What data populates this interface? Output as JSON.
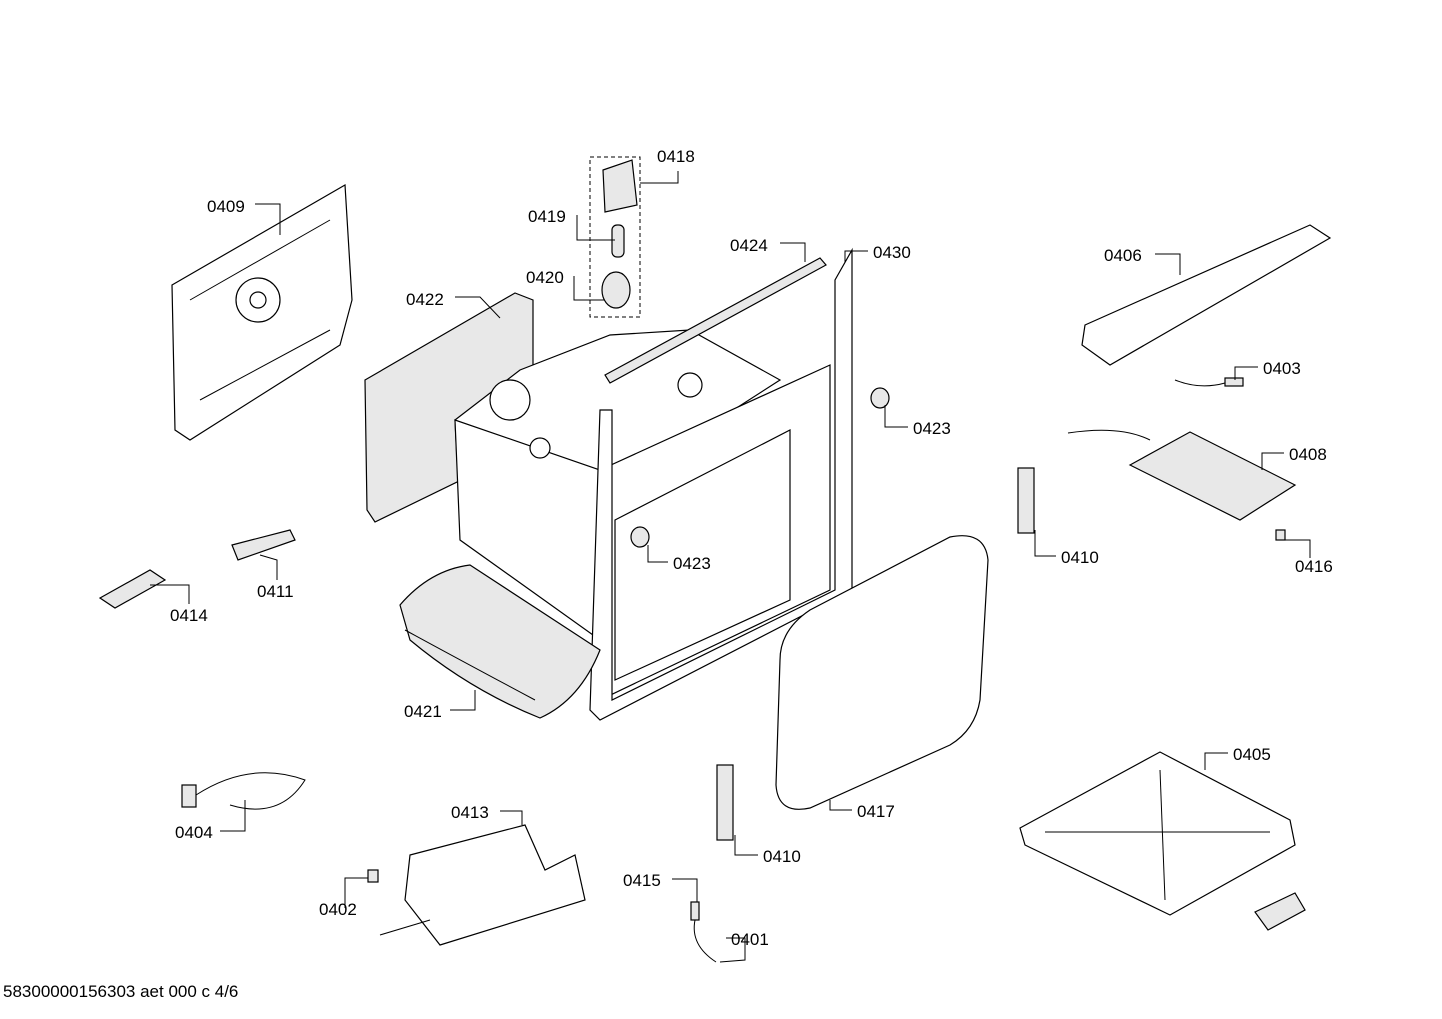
{
  "labels": {
    "p0401": "0401",
    "p0402": "0402",
    "p0403": "0403",
    "p0404": "0404",
    "p0405": "0405",
    "p0406": "0406",
    "p0408": "0408",
    "p0409": "0409",
    "p0410a": "0410",
    "p0410b": "0410",
    "p0411": "0411",
    "p0413": "0413",
    "p0414": "0414",
    "p0415": "0415",
    "p0416": "0416",
    "p0417": "0417",
    "p0418": "0418",
    "p0419": "0419",
    "p0420": "0420",
    "p0421": "0421",
    "p0422": "0422",
    "p0423a": "0423",
    "p0423b": "0423",
    "p0424": "0424",
    "p0430": "0430"
  },
  "footer": "58300000156303 aet 000 c 4/6"
}
